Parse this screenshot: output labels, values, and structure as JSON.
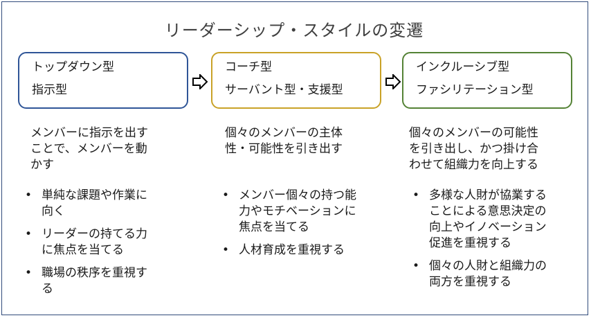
{
  "title": "リーダーシップ・スタイルの変遷",
  "stages": [
    {
      "line1": "トップダウン型",
      "line2": "指示型",
      "border_color": "#2f5597",
      "description": [
        "メンバーに指示を出す",
        "ことで、メンバーを動",
        "かす"
      ],
      "bullets": [
        [
          "単純な課題や作業に",
          "向く"
        ],
        [
          "リーダーの持てる力",
          "に焦点を当てる"
        ],
        [
          "職場の秩序を重視す",
          "る"
        ]
      ]
    },
    {
      "line1": "コーチ型",
      "line2": "サーバント型・支援型",
      "border_color": "#c9a227",
      "description": [
        "個々のメンバーの主体",
        "性・可能性を引き出す"
      ],
      "bullets": [
        [
          "メンバー個々の持つ能",
          "力やモチベーションに",
          "焦点を当てる"
        ],
        [
          "人材育成を重視する"
        ]
      ]
    },
    {
      "line1": "インクルーシブ型",
      "line2": "ファシリテーション型",
      "border_color": "#548235",
      "description": [
        "個々のメンバーの可能性",
        "を引き出し、かつ掛け合",
        "わせて組織力を向上する"
      ],
      "bullets": [
        [
          "多様な人財が協業する",
          "ことによる意思決定の",
          "向上やイノベーション",
          "促進を重視する"
        ],
        [
          "個々の人財と組織力の",
          "両方を重視する"
        ]
      ]
    }
  ],
  "bullet_char": "•",
  "arrow_icon": "right-outline-arrow"
}
